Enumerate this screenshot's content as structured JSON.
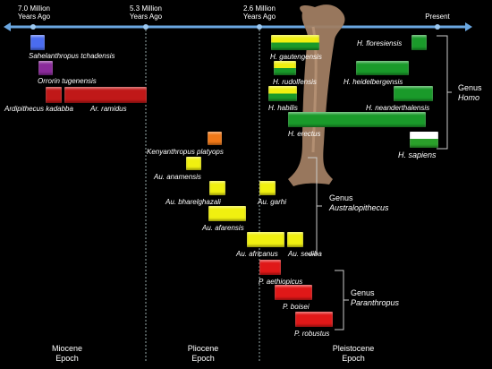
{
  "timeline": {
    "ticks": [
      {
        "label_line1": "7.0 Million",
        "label_line2": "Years Ago"
      },
      {
        "label_line1": "5.3 Million",
        "label_line2": "Years Ago"
      },
      {
        "label_line1": "2.6 Million",
        "label_line2": "Years Ago"
      },
      {
        "label_line1": "Present",
        "label_line2": ""
      }
    ],
    "axis_color": "#6aa6e0"
  },
  "epochs": [
    {
      "name": "Miocene",
      "suffix": "Epoch"
    },
    {
      "name": "Pliocene",
      "suffix": "Epoch"
    },
    {
      "name": "Pleistocene",
      "suffix": "Epoch"
    }
  ],
  "genera": [
    {
      "word": "Genus",
      "name": "Homo"
    },
    {
      "word": "Genus",
      "name": "Australopithecus"
    },
    {
      "word": "Genus",
      "name": "Paranthropus"
    }
  ],
  "species": [
    {
      "label": "Sahelanthropus tchadensis",
      "color": "#4a6cf0"
    },
    {
      "label": "Orrorin tugenensis",
      "color": "#8a2a9a"
    },
    {
      "label": "Ardipithecus kadabba",
      "color": "#c01818"
    },
    {
      "label": "Ar. ramidus",
      "color": "#c01818"
    },
    {
      "label": "Kenyanthropus platyops",
      "color": "#f07818"
    },
    {
      "label": "Au. anamensis",
      "color": "#f0f010"
    },
    {
      "label": "Au. bharelghazali",
      "color": "#f0f010"
    },
    {
      "label": "Au. garhi",
      "color": "#f0f010"
    },
    {
      "label": "Au. afarensis",
      "color": "#f0f010"
    },
    {
      "label": "Au. africanus",
      "color": "#f0f010"
    },
    {
      "label": "Au. sediba",
      "color": "#f0f010"
    },
    {
      "label": "P. aethiopicus",
      "color": "#e01818"
    },
    {
      "label": "P. boisei",
      "color": "#e01818"
    },
    {
      "label": "P. robustus",
      "color": "#e01818"
    },
    {
      "label": "H. gautengensis",
      "color": "#f0f010"
    },
    {
      "label": "H. rudolfensis",
      "color": "#f0f010"
    },
    {
      "label": "H. habilis",
      "color": "#f0f010"
    },
    {
      "label": "H. floresiensis",
      "color": "#1a9a2a"
    },
    {
      "label": "H. heidelbergensis",
      "color": "#1a9a2a"
    },
    {
      "label": "H. neanderthalensis",
      "color": "#1a9a2a"
    },
    {
      "label": "H. erectus",
      "color": "#1a9a2a"
    },
    {
      "label": "H. sapiens",
      "color": "#2aa02a"
    }
  ]
}
